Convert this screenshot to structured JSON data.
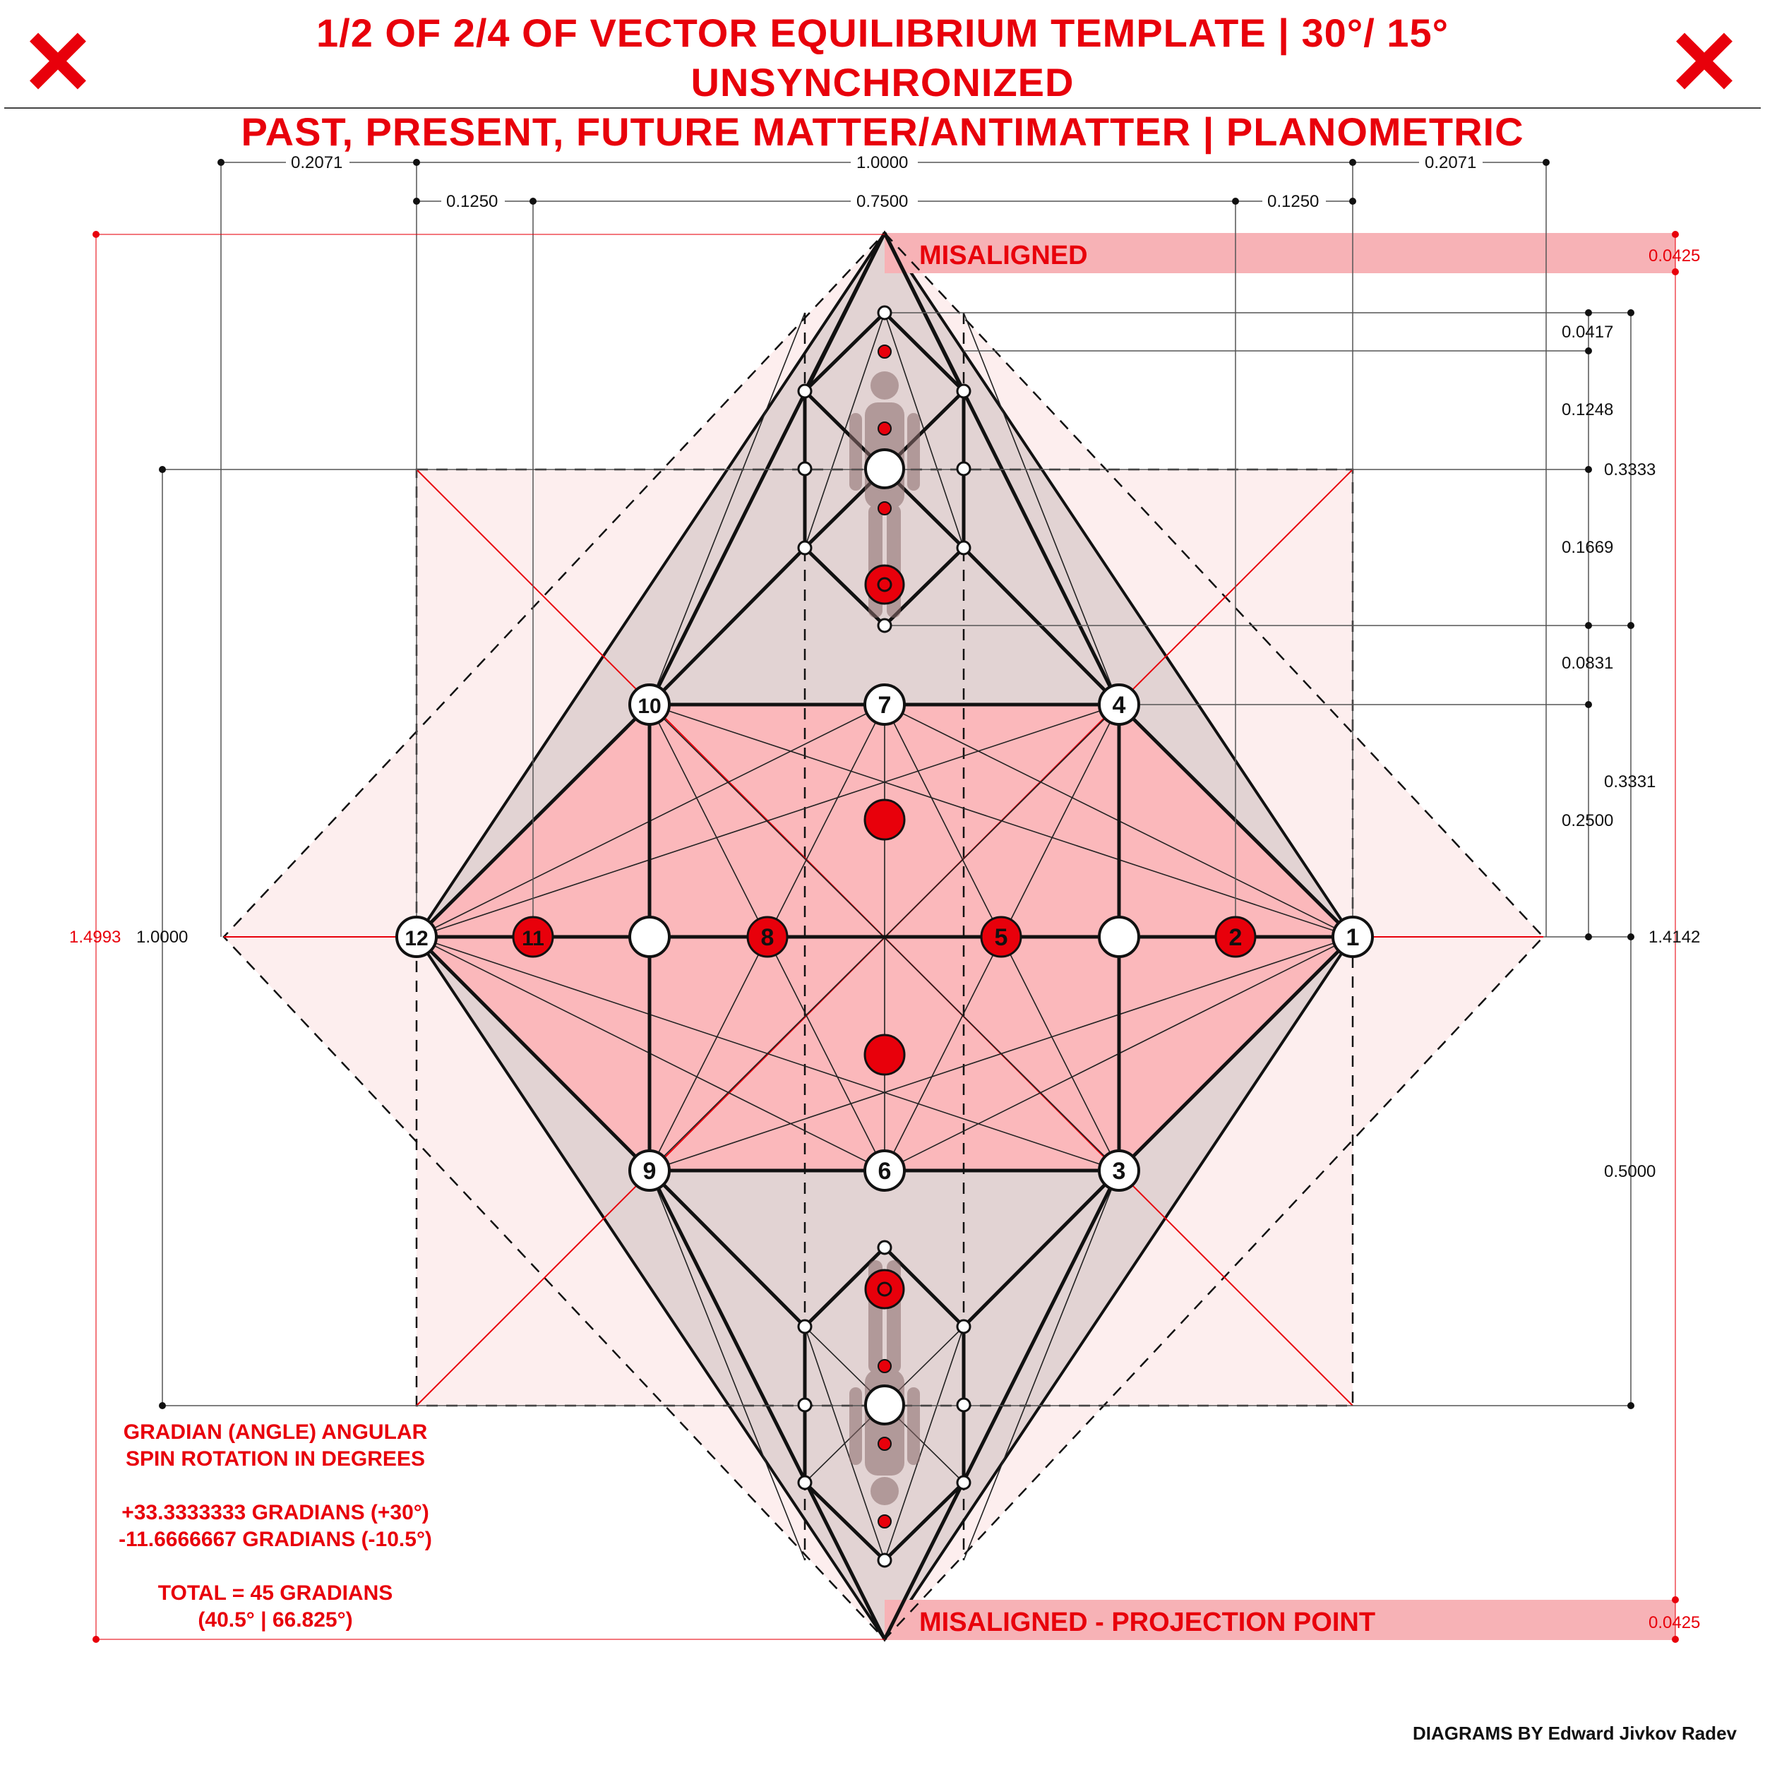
{
  "header": {
    "title_line_1": "1/2 OF 2/4 OF VECTOR EQUILIBRIUM TEMPLATE | 30°/ 15° UNSYNCHRONIZED",
    "title_line_2": "PAST, PRESENT, FUTURE MATTER/ANTIMATTER | PLANOMETRIC",
    "left_mark_icon": "red-x-icon",
    "right_mark_icon": "red-x-icon"
  },
  "dimensions": {
    "top_row_1": {
      "left": "0.2071",
      "center": "1.0000",
      "right": "0.2071"
    },
    "top_row_2": {
      "left": "0.1250",
      "center": "0.7500",
      "right": "0.1250"
    },
    "right_col_1": [
      "0.0417",
      "0.1248",
      "0.1669",
      "0.0831",
      "0.2500"
    ],
    "right_col_2": [
      "0.3333",
      "0.3331",
      "0.5000"
    ],
    "right_total": "1.4142",
    "left_total_red": "1.4993",
    "left_total_black": "1.0000",
    "misaligned_offset_top": "0.0425",
    "misaligned_offset_bottom": "0.0425"
  },
  "bands": {
    "top_label": "MISALIGNED",
    "bottom_label": "MISALIGNED - PROJECTION POINT"
  },
  "nodes": {
    "n1": "1",
    "n2": "2",
    "n3": "3",
    "n4": "4",
    "n5": "5",
    "n6": "6",
    "n7": "7",
    "n8": "8",
    "n9": "9",
    "n10": "10",
    "n11": "11",
    "n12": "12"
  },
  "notes": {
    "line1": "GRADIAN (ANGLE) ANGULAR",
    "line2": "SPIN ROTATION IN DEGREES",
    "line3": "+33.3333333 GRADIANS (+30°)",
    "line4": "-11.6666667 GRADIANS (-10.5°)",
    "line5": "TOTAL = 45 GRADIANS",
    "line6": "(40.5° | 66.825°)"
  },
  "footer": {
    "credit": "DIAGRAMS BY Edward Jivkov Radev"
  },
  "colors": {
    "accent_red": "#e8000b",
    "fill_pink": "#fbb8bb",
    "fill_light_pink": "#fdeeee",
    "fill_gray": "#d8cccc"
  }
}
